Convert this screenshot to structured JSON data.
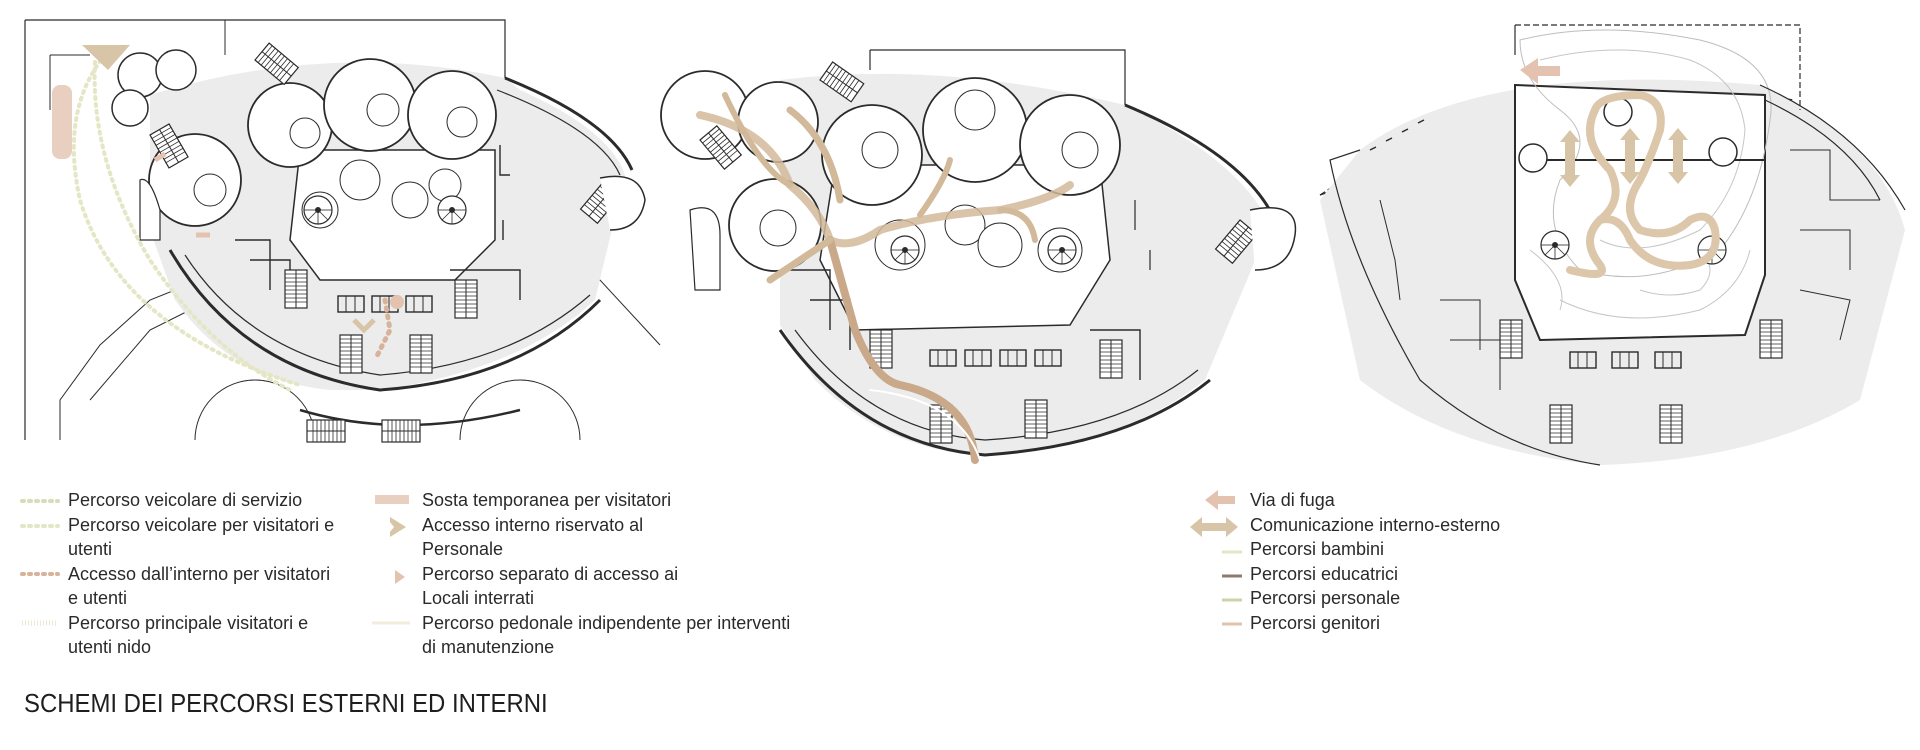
{
  "title": "SCHEMI DEI PERCORSI ESTERNI ED INTERNI",
  "colors": {
    "line": "#2b2b2b",
    "shade": "#ececec",
    "beige": "#d8c5a8",
    "tan": "#c9a98a",
    "pink": "#e4c2b0",
    "green_light": "#e4e6c6",
    "pale": "#f1ecdc",
    "dark_brown": "#8c7a70"
  },
  "legend_left": [
    {
      "id": "servizio",
      "icon": "dotted-line-icon",
      "lines": [
        "Percorso veicolare di servizio"
      ]
    },
    {
      "id": "visitatori",
      "icon": "dotted-line-icon",
      "lines": [
        "Percorso veicolare per visitatori e",
        "utenti"
      ]
    },
    {
      "id": "interno",
      "icon": "dotted-line-icon",
      "lines": [
        "Accesso dall’interno per visitatori",
        "e utenti"
      ]
    },
    {
      "id": "principale",
      "icon": "dashed-line-icon",
      "lines": [
        "Percorso principale visitatori e",
        "utenti nido"
      ]
    }
  ],
  "legend_mid": [
    {
      "id": "sosta",
      "icon": "parking-strip-icon",
      "lines": [
        "Sosta temporanea per visitatori"
      ]
    },
    {
      "id": "personale",
      "icon": "arrow-icon",
      "lines": [
        "Accesso interno riservato al",
        "Personale"
      ]
    },
    {
      "id": "interrati",
      "icon": "small-arrow-icon",
      "lines": [
        "Percorso separato di accesso ai",
        "Locali interrati"
      ]
    },
    {
      "id": "manutenzione",
      "icon": "line-icon",
      "lines": [
        "Percorso  pedonale indipendente per interventi",
        "di manutenzione"
      ]
    }
  ],
  "legend_right": [
    {
      "id": "fuga",
      "icon": "left-arrow-icon",
      "lines": [
        "Via di fuga"
      ]
    },
    {
      "id": "comunicazione",
      "icon": "double-arrow-icon",
      "lines": [
        "Comunicazione interno-esterno"
      ]
    },
    {
      "id": "bambini",
      "icon": "line-icon",
      "lines": [
        "Percorsi bambini"
      ]
    },
    {
      "id": "educatrici",
      "icon": "line-icon",
      "lines": [
        "Percorsi educatrici"
      ]
    },
    {
      "id": "personale2",
      "icon": "line-icon",
      "lines": [
        "Percorsi personale"
      ]
    },
    {
      "id": "genitori",
      "icon": "line-icon",
      "lines": [
        "Percorsi genitori"
      ]
    }
  ]
}
